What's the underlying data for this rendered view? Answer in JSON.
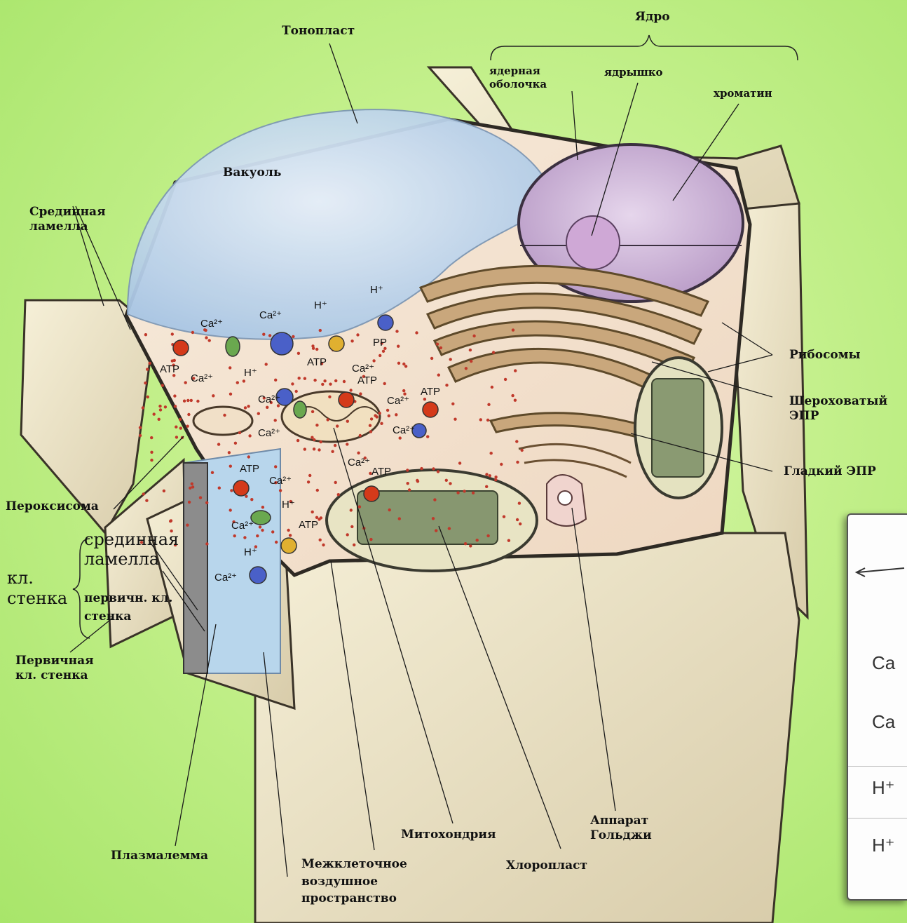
{
  "labels": {
    "nucleus": "Ядро",
    "tonoplast": "Тонопласт",
    "nuclear_envelope": "ядерная\nоболочка",
    "nucleolus": "ядрышко",
    "chromatin": "хроматин",
    "vacuole": "Вакуоль",
    "middle_lamella": "Срединная\nламелла",
    "ribosomes": "Рибосомы",
    "rough_er": "Шероховатый\nЭПР",
    "smooth_er": "Гладкий ЭПР",
    "peroxisome": "Пероксисома",
    "primary_wall": "Первичная\nкл. стенка",
    "wall_middle_lamella": "срединная\nламелла",
    "cell_wall": "кл.\nстенка",
    "wall_primary": "первичн. кл.\nстенка",
    "plasmalemma": "Плазмалемма",
    "intercellular_space": "Межклеточное\nвоздушное\nпространство",
    "mitochondrion": "Митохондрия",
    "chloroplast": "Хлоропласт",
    "golgi": "Аппарат\nГольджи"
  },
  "ions": {
    "ca2_a": "Ca²⁺",
    "atp_a": "ATP",
    "ca2_b": "Ca²⁺",
    "h_a": "H⁺",
    "ca2_c": "Ca²⁺",
    "h_b": "H⁺",
    "atp_b": "ATP",
    "h_c": "H⁺",
    "pp": "PP",
    "ca2_d": "Ca²⁺",
    "atp_c": "ATP",
    "ca2_e": "Ca²⁺",
    "ca2_f": "Ca²⁺",
    "ca2_g": "Ca²⁺",
    "atp_d": "ATP",
    "ca2_h": "Ca²⁺",
    "ca2_i": "Ca²⁺",
    "atp_e": "ATP",
    "atp_f": "ATP",
    "ca2_j": "Ca²⁺",
    "h_d": "H⁺",
    "ca2_k": "Ca²⁺",
    "atp_g": "ATP",
    "h_e": "H⁺",
    "ca2_l": "Ca²⁺"
  },
  "inset": {
    "rows": [
      "Ca",
      "Ca",
      "H⁺",
      "H⁺"
    ]
  },
  "colors": {
    "background": "#c4f08c",
    "cell_wall": "#ece4c4",
    "vacuole": "#c8dff0",
    "cytoplasm": "#f4e2cf",
    "nucleus": "#d8c4e0",
    "chloroplast": "#8f9f72",
    "pump_red": "#d43a1a",
    "pump_green": "#6aa84f",
    "pump_blue": "#4a60c8",
    "pump_yellow": "#e0b030"
  }
}
